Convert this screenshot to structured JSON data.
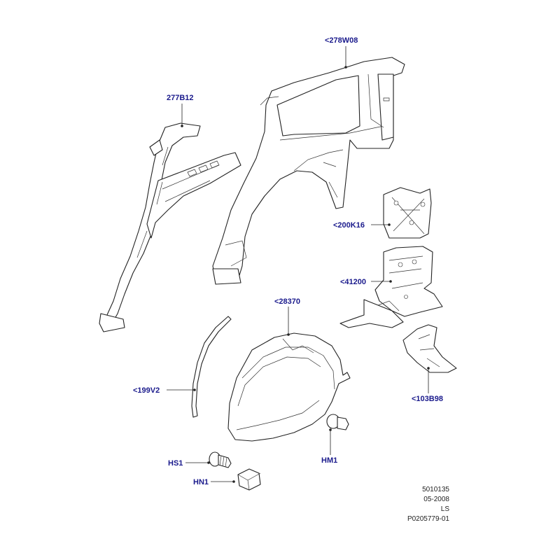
{
  "callouts": {
    "p278W08": "<278W08",
    "p277B12": "277B12",
    "p200K16": "<200K16",
    "p41200": "<41200",
    "p28370": "<28370",
    "p199V2": "<199V2",
    "p103B98": "<103B98",
    "pHS1": "HS1",
    "pHN1": "HN1",
    "pHM1": "HM1"
  },
  "footer": {
    "line1": "5010135",
    "line2": "05-2008",
    "line3": "LS",
    "line4": "P0205779-01"
  },
  "colors": {
    "callout_text": "#1a1a8c",
    "line_art": "#222222",
    "background": "#ffffff"
  }
}
